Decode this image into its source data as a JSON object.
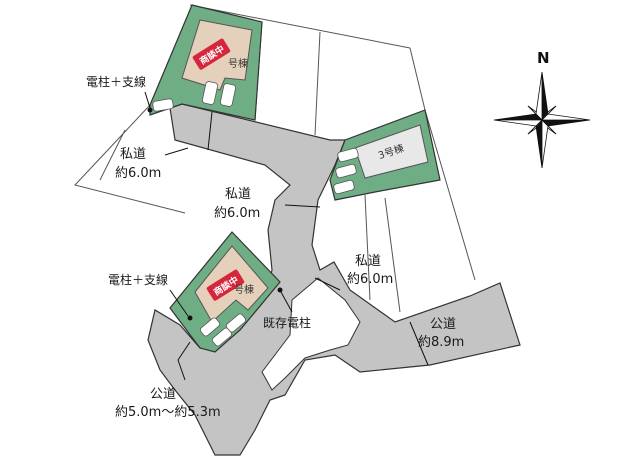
{
  "roads": {
    "private_road_west": {
      "name": "私道",
      "width": "約6.0m"
    },
    "private_road_center": {
      "name": "私道",
      "width": "約6.0m"
    },
    "private_road_east": {
      "name": "私道",
      "width": "約6.0m"
    },
    "public_road_east": {
      "name": "公道",
      "width": "約8.9m"
    },
    "public_road_south": {
      "name": "公道",
      "width": "約5.0m～約5.3m"
    }
  },
  "utility_poles": {
    "north_pole_label": "電柱＋支線",
    "south_pole_label": "電柱＋支線",
    "existing_pole_label": "既存電柱"
  },
  "buildings": {
    "north_lot": {
      "badge": "商談中",
      "number_label": "号棟"
    },
    "south_lot": {
      "badge": "商談中",
      "number_label": "号棟"
    },
    "east_lot": {
      "label": "3号棟"
    }
  },
  "compass": {
    "north_label": "N"
  },
  "colors": {
    "road": "#c4c4c4",
    "lot_green": "#6fae84",
    "lot_green_light": "#8dc3a0",
    "house_beige": "#e5d0bb",
    "house_plain": "#e8e8e8",
    "badge_red": "#d6263c",
    "outline": "#333333"
  }
}
